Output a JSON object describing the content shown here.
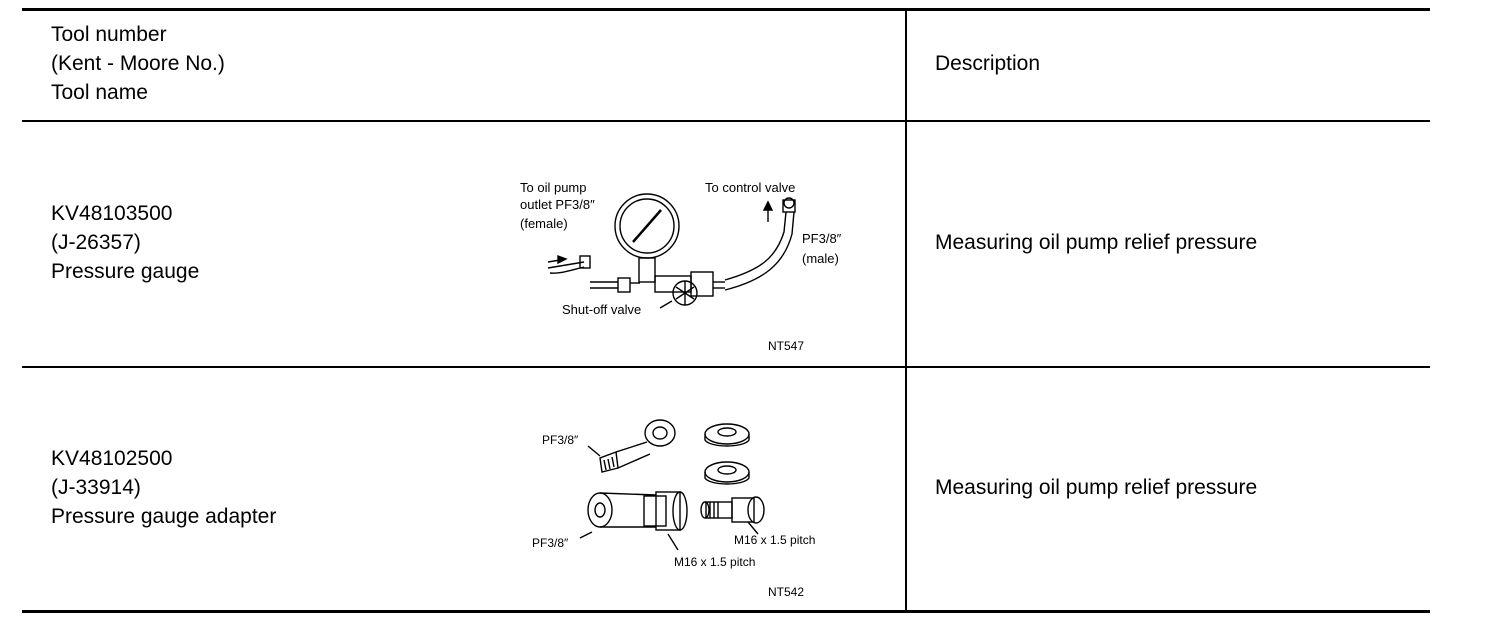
{
  "header": {
    "col1_line1": "Tool number",
    "col1_line2": "(Kent - Moore No.)",
    "col1_line3": "Tool name",
    "col2": "Description"
  },
  "rows": [
    {
      "tool_number": "KV48103500",
      "kent_moore": "(J-26357)",
      "tool_name": "Pressure gauge",
      "description": "Measuring oil pump relief pressure",
      "figure": {
        "labels": {
          "oil_pump_1": "To oil pump",
          "oil_pump_2": "outlet PF3/8″",
          "oil_pump_3": "(female)",
          "control_valve": "To control valve",
          "pf_male_1": "PF3/8″",
          "pf_male_2": "(male)",
          "shutoff": "Shut-off valve"
        },
        "code": "NT547"
      }
    },
    {
      "tool_number": "KV48102500",
      "kent_moore": "(J-33914)",
      "tool_name": "Pressure gauge adapter",
      "description": "Measuring oil pump relief pressure",
      "figure": {
        "labels": {
          "pf_top": "PF3/8″",
          "pf_bottom": "PF3/8″",
          "m16_right": "M16 x 1.5 pitch",
          "m16_bottom": "M16 x 1.5 pitch"
        },
        "code": "NT542"
      }
    }
  ]
}
